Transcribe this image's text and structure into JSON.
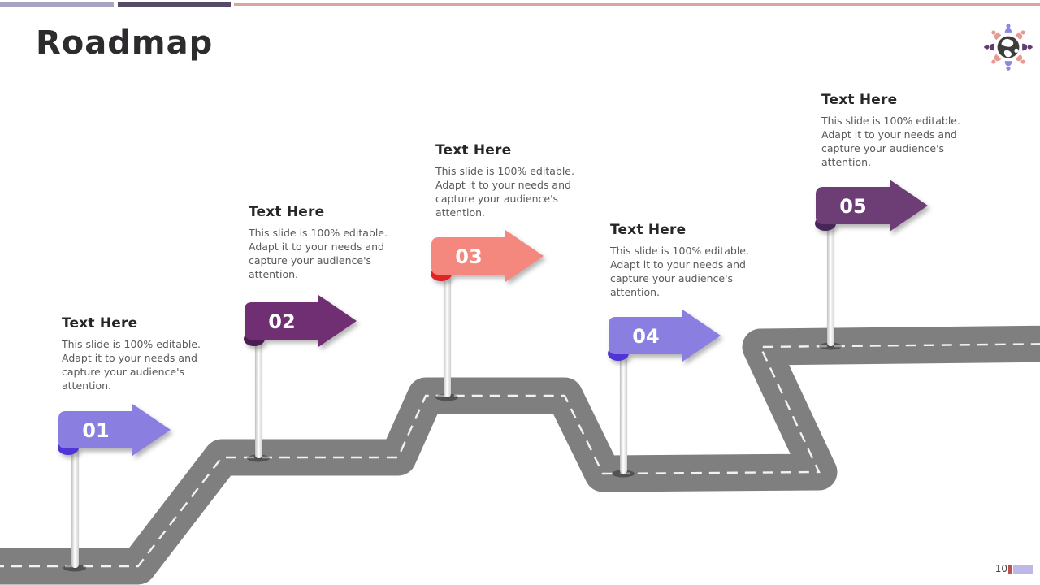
{
  "slide": {
    "title": "Roadmap",
    "page_number": "10"
  },
  "decor": {
    "bar1_color": "#a8a3c0",
    "bar2_color": "#574a66",
    "bar3_color": "#d9a5a2",
    "page_marker_red": "#c0504d",
    "page_marker_lavender": "#b3aae4"
  },
  "road": {
    "color": "#7f7f7f",
    "dash_color": "#f2f2f2"
  },
  "logo": {
    "globe_color": "#3d3d3d",
    "lavender": "#8d86e2",
    "coral": "#e59a92",
    "purple": "#5f3d72"
  },
  "milestones": [
    {
      "number": "01",
      "heading": "Text Here",
      "body": "This slide is 100% editable. Adapt it to your needs and capture your audience's attention.",
      "color": "#8a7fe0",
      "fold_color": "#5134d6"
    },
    {
      "number": "02",
      "heading": "Text Here",
      "body": "This slide is 100% editable. Adapt it to your needs and capture your audience's attention.",
      "color": "#6f2f72",
      "fold_color": "#4a1e52"
    },
    {
      "number": "03",
      "heading": "Text Here",
      "body": "This slide is 100% editable. Adapt it to your needs and capture your audience's attention.",
      "color": "#f5887e",
      "fold_color": "#e02424"
    },
    {
      "number": "04",
      "heading": "Text Here",
      "body": "This slide is 100% editable. Adapt it to your needs and capture your audience's attention.",
      "color": "#8a7fe0",
      "fold_color": "#5134d6"
    },
    {
      "number": "05",
      "heading": "Text Here",
      "body": "This slide is 100% editable. Adapt it to your needs and capture your audience's attention.",
      "color": "#6d3e75",
      "fold_color": "#47265a"
    }
  ]
}
